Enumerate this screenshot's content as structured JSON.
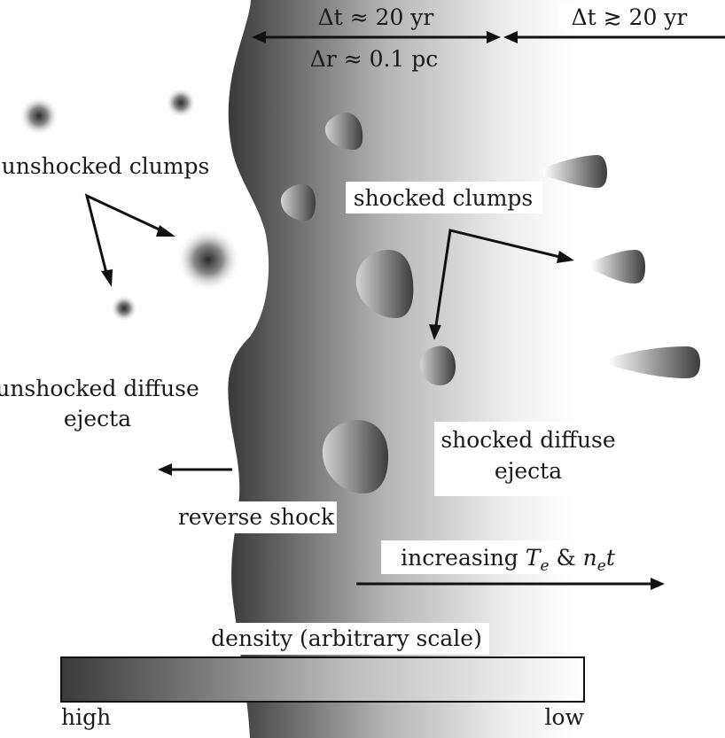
{
  "timing": {
    "shocked_interval": "Δt ≈ 20 yr",
    "shocked_width": "Δr ≈ 0.1 pc",
    "outer_interval": "Δt ≳ 20 yr"
  },
  "labels": {
    "unshocked_clumps": "unshocked clumps",
    "shocked_clumps": "shocked clumps",
    "unshocked_diffuse_line1": "unshocked diffuse",
    "unshocked_diffuse_line2": "ejecta",
    "shocked_diffuse_line1": "shocked diffuse",
    "shocked_diffuse_line2": "ejecta",
    "reverse_shock": "reverse shock",
    "increasing_prefix": "increasing ",
    "increasing_var1": "T",
    "increasing_sub1": "e",
    "increasing_amp": " & ",
    "increasing_var2": "n",
    "increasing_sub2": "e",
    "increasing_var3": "t"
  },
  "colorbar": {
    "title": "density (arbitrary scale)",
    "high_label": "high",
    "low_label": "low",
    "dark_color": "#3a3a3a",
    "light_color": "#ffffff"
  }
}
